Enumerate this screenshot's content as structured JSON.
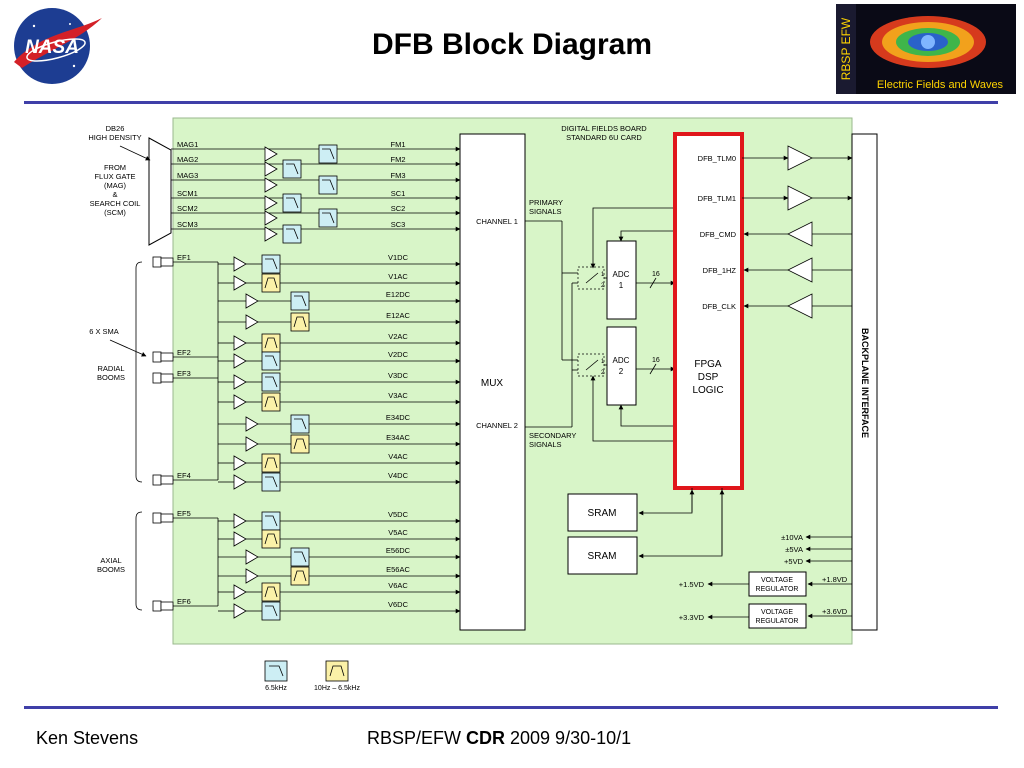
{
  "page": {
    "title": "DFB Block Diagram",
    "footer_left": "Ken Stevens",
    "footer_center_pre": "RBSP/EFW ",
    "footer_center_bold": "CDR",
    "footer_center_post": " 2009 9/30-10/1"
  },
  "logos": {
    "nasa_text": "NASA",
    "rbsp_side_text": "RBSP EFW",
    "rbsp_caption": "Electric Fields and Waves"
  },
  "diagram": {
    "board_label_1": "DIGITAL FIELDS BOARD",
    "board_label_2": "STANDARD 6U CARD",
    "db26_label": [
      "DB26",
      "HIGH DENSITY"
    ],
    "from_label": [
      "FROM",
      "FLUX GATE",
      "(MAG)",
      "&",
      "SEARCH COIL",
      "(SCM)"
    ],
    "sma_label": "6 X SMA",
    "radial_label": [
      "RADIAL",
      "BOOMS"
    ],
    "axial_label": [
      "AXIAL",
      "BOOMS"
    ],
    "mag_inputs": [
      {
        "in": "MAG1",
        "out": "FM1"
      },
      {
        "in": "MAG2",
        "out": "FM2"
      },
      {
        "in": "MAG3",
        "out": "FM3"
      },
      {
        "in": "SCM1",
        "out": "SC1"
      },
      {
        "in": "SCM2",
        "out": "SC2"
      },
      {
        "in": "SCM3",
        "out": "SC3"
      }
    ],
    "ef_inputs": [
      "EF1",
      "EF2",
      "EF3",
      "EF4",
      "EF5",
      "EF6"
    ],
    "ef_outputs": [
      "V1DC",
      "V1AC",
      "E12DC",
      "E12AC",
      "V2AC",
      "V2DC",
      "V3DC",
      "V3AC",
      "E34DC",
      "E34AC",
      "V4AC",
      "V4DC",
      "V5DC",
      "V5AC",
      "E56DC",
      "E56AC",
      "V6AC",
      "V6DC"
    ],
    "mux_label": "MUX",
    "channel_1": "CHANNEL 1",
    "channel_2": "CHANNEL 2",
    "primary_signals": [
      "PRIMARY",
      "SIGNALS"
    ],
    "secondary_signals": [
      "SECONDARY",
      "SIGNALS"
    ],
    "adc1": [
      "ADC",
      "1"
    ],
    "adc2": [
      "ADC",
      "2"
    ],
    "bus_width": "16",
    "switch_pins": [
      "1",
      "2"
    ],
    "fpga": [
      "FPGA",
      "DSP",
      "LOGIC"
    ],
    "fpga_signals": [
      "DFB_TLM0",
      "DFB_TLM1",
      "DFB_CMD",
      "DFB_1HZ",
      "DFB_CLK"
    ],
    "sram": "SRAM",
    "backplane": "BACKPLANE INTERFACE",
    "power_inputs": [
      "±10VA",
      "±5VA",
      "+5VD"
    ],
    "regulator": [
      "VOLTAGE",
      "REGULATOR"
    ],
    "reg1_in": "+1.8VD",
    "reg1_out": "+1.5VD",
    "reg2_in": "+3.6VD",
    "reg2_out": "+3.3VD",
    "legend": [
      "6.5kHz",
      "10Hz – 6.5kHz"
    ]
  },
  "colors": {
    "board": "#d8f5c8",
    "lowpass": "#cdeef4",
    "bandpass": "#fbf1a8",
    "fpga_border": "#e0161b",
    "rule": "#3f3fa8"
  }
}
